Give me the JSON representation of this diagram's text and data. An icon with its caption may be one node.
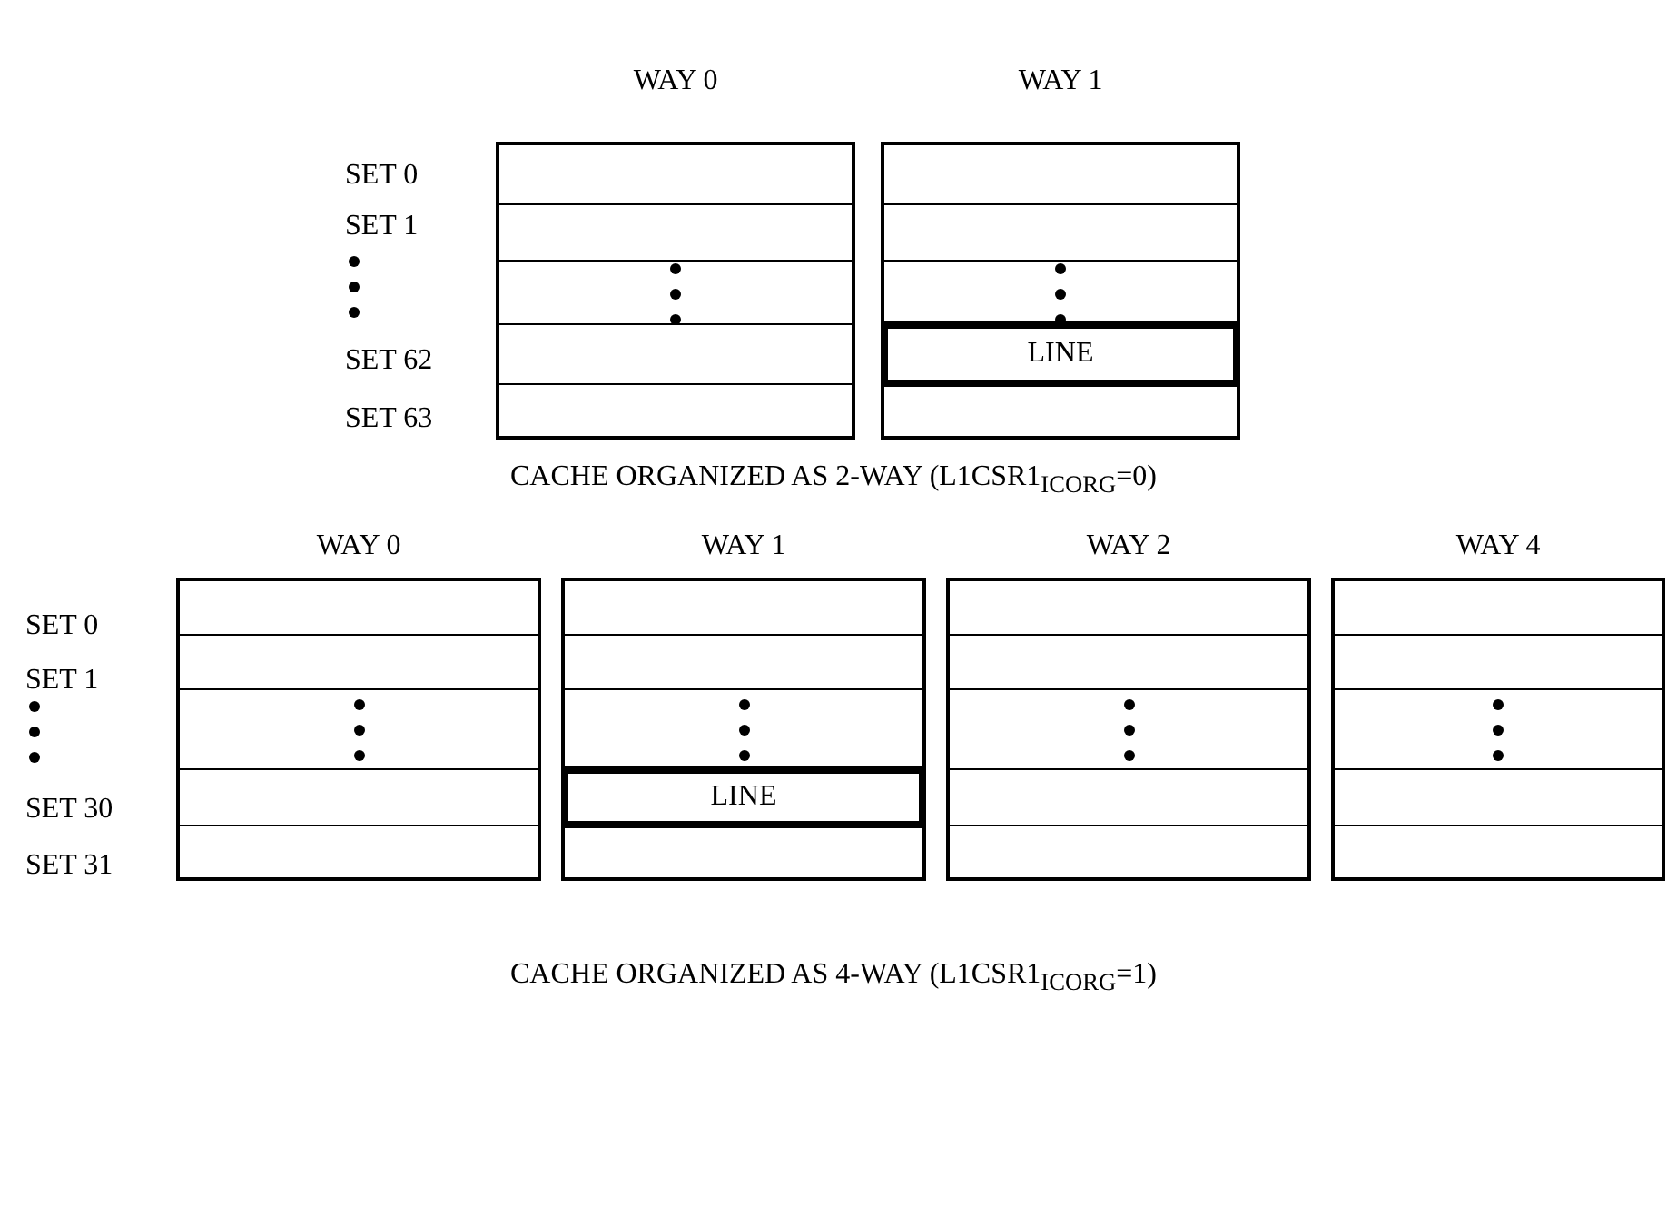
{
  "diagram": {
    "nodes": [
      {
        "text": [
          "WAY 0"
        ]
      },
      {
        "text": [
          "WAY 1"
        ]
      },
      {
        "text": [
          "LINE"
        ],
        "in": 1
      },
      {
        "text": [
          "WAY 0"
        ]
      },
      {
        "text": [
          "WAY 1"
        ]
      },
      {
        "text": [
          "LINE"
        ],
        "in": 4
      },
      {
        "text": [
          "WAY 2"
        ]
      },
      {
        "text": [
          "WAY 4"
        ]
      }
    ],
    "edges": [],
    "labels": [
      "SET 0",
      "SET 1",
      "SET 62",
      "SET 63",
      "CACHE ORGANIZED AS 2-WAY (L1CSR1$_{ICORG}$=0)",
      "SET 0",
      "SET 1",
      "SET 30",
      "SET 31",
      "CACHE ORGANIZED AS 4-WAY (L1CSR1$_{ICORG}$=1)"
    ]
  }
}
